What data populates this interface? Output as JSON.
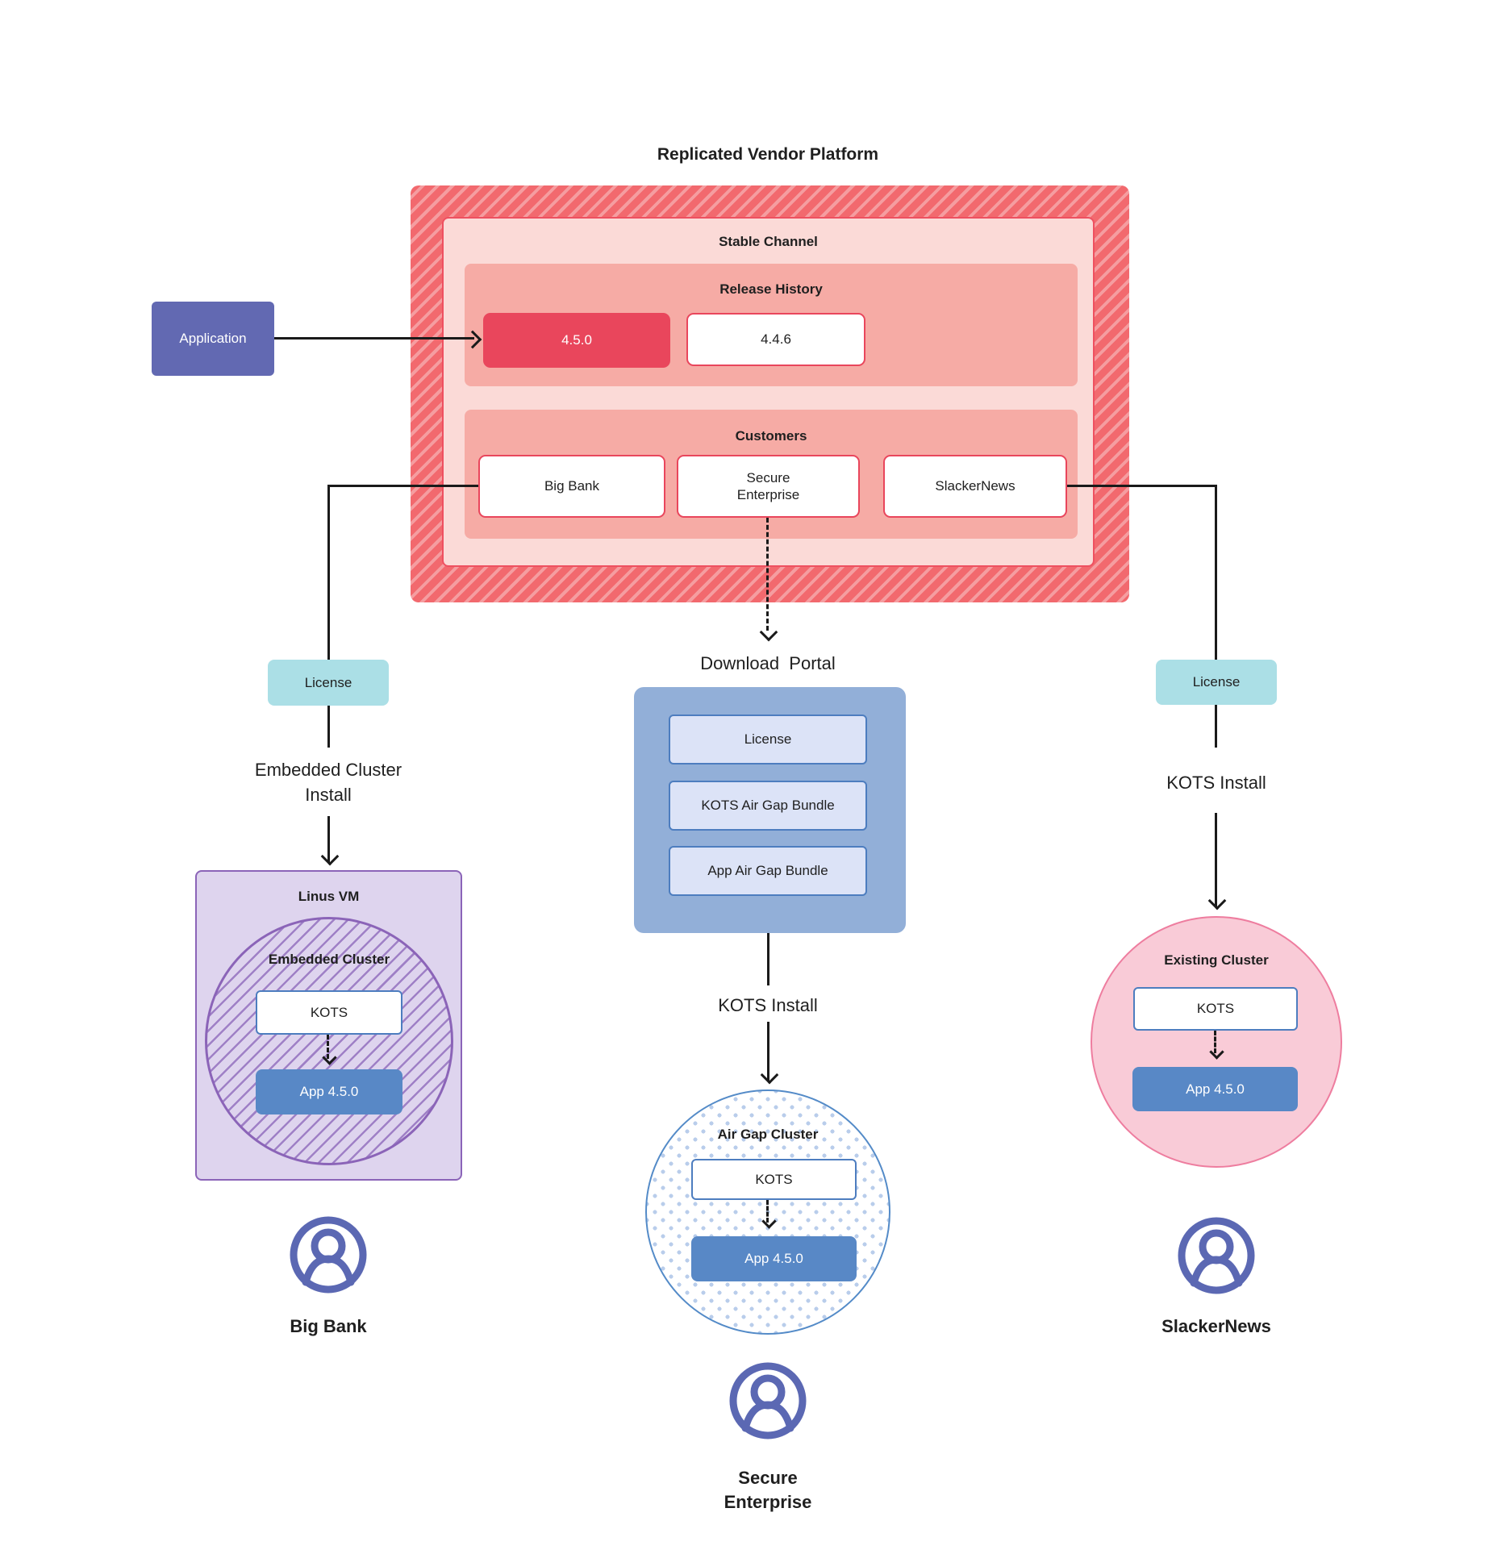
{
  "title": "Replicated Vendor Platform",
  "application": {
    "label": "Application"
  },
  "platform": {
    "channel_label": "Stable Channel",
    "release_history": {
      "label": "Release History",
      "releases": [
        "4.5.0",
        "4.4.6"
      ],
      "highlighted_release": "4.5.0"
    },
    "customers": {
      "label": "Customers",
      "items": [
        "Big Bank",
        "Secure\nEnterprise",
        "SlackerNews"
      ]
    }
  },
  "portal": {
    "title": "Download  Portal",
    "items": [
      "License",
      "KOTS Air Gap Bundle",
      "App Air Gap Bundle"
    ]
  },
  "branches": {
    "left": {
      "license_label": "License",
      "install_label": "Embedded Cluster\nInstall",
      "vm_label": "Linus VM",
      "cluster_label": "Embedded Cluster",
      "kots_label": "KOTS",
      "app_label": "App 4.5.0",
      "user_label": "Big Bank"
    },
    "center": {
      "install_label": "KOTS Install",
      "cluster_label": "Air Gap Cluster",
      "kots_label": "KOTS",
      "app_label": "App 4.5.0",
      "user_label": "Secure\nEnterprise"
    },
    "right": {
      "license_label": "License",
      "install_label": "KOTS Install",
      "cluster_label": "Existing Cluster",
      "kots_label": "KOTS",
      "app_label": "App 4.5.0",
      "user_label": "SlackerNews"
    }
  },
  "colors": {
    "platform_hatch": "#f2696e",
    "platform_hatch_stripe": "#f59da0",
    "stable_channel_fill": "#fbdad7",
    "band_fill": "#f6aba5",
    "release_highlight": "#e9465c",
    "red_border": "#e9465c",
    "application_fill": "#6269b2",
    "license_fill": "#abdfe6",
    "portal_fill": "#92afd8",
    "portal_item_fill": "#dce3f7",
    "blue_border": "#4d7dbf",
    "app_box_fill": "#5888c6",
    "vm_fill": "#ded4ee",
    "vm_border": "#8b64b8",
    "existing_cluster_fill": "#f9cbd7",
    "existing_cluster_border": "#ee7d9f",
    "air_gap_dots": "#b9cdeb",
    "person_icon": "#5b68b3",
    "line": "#1a1a1a"
  }
}
